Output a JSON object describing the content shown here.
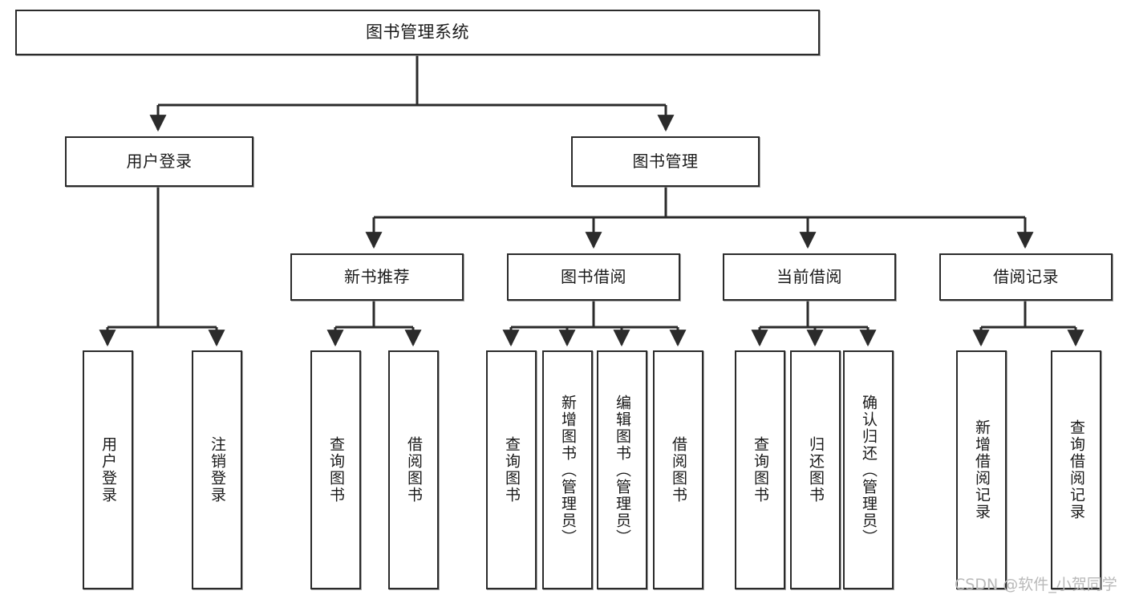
{
  "diagram": {
    "title": "图书管理系统",
    "type": "tree",
    "watermark": "CSDN @软件_小贺同学",
    "style": {
      "box_fill": "#ffffff",
      "box_stroke": "#2b2b2b",
      "text_color": "#1a1a1a",
      "edge_color": "#2b2b2b",
      "watermark_color": "#b9b9b9",
      "background": "#ffffff"
    },
    "root": {
      "id": "root",
      "label": "图书管理系统"
    },
    "level2": [
      {
        "id": "user-login",
        "label": "用户登录"
      },
      {
        "id": "book-manage",
        "label": "图书管理"
      }
    ],
    "level3": [
      {
        "id": "new-book-recommend",
        "label": "新书推荐",
        "parent": "book-manage"
      },
      {
        "id": "book-borrow",
        "label": "图书借阅",
        "parent": "book-manage"
      },
      {
        "id": "current-borrow",
        "label": "当前借阅",
        "parent": "book-manage"
      },
      {
        "id": "borrow-record",
        "label": "借阅记录",
        "parent": "book-manage"
      }
    ],
    "leaves": [
      {
        "id": "leaf-user-login",
        "label": "用户登录",
        "parent": "user-login"
      },
      {
        "id": "leaf-user-logout",
        "label": "注销登录",
        "parent": "user-login"
      },
      {
        "id": "leaf-query-book-1",
        "label": "查询图书",
        "parent": "new-book-recommend"
      },
      {
        "id": "leaf-borrow-book-1",
        "label": "借阅图书",
        "parent": "new-book-recommend"
      },
      {
        "id": "leaf-query-book-2",
        "label": "查询图书",
        "parent": "book-borrow"
      },
      {
        "id": "leaf-add-book",
        "label": "新增图书（管理员）",
        "parent": "book-borrow"
      },
      {
        "id": "leaf-edit-book",
        "label": "编辑图书（管理员）",
        "parent": "book-borrow"
      },
      {
        "id": "leaf-borrow-book-2",
        "label": "借阅图书",
        "parent": "book-borrow"
      },
      {
        "id": "leaf-query-book-3",
        "label": "查询图书",
        "parent": "current-borrow"
      },
      {
        "id": "leaf-return-book",
        "label": "归还图书",
        "parent": "current-borrow"
      },
      {
        "id": "leaf-confirm-return",
        "label": "确认归还（管理员）",
        "parent": "current-borrow"
      },
      {
        "id": "leaf-add-record",
        "label": "新增借阅记录",
        "parent": "borrow-record"
      },
      {
        "id": "leaf-query-record",
        "label": "查询借阅记录",
        "parent": "borrow-record"
      }
    ]
  }
}
